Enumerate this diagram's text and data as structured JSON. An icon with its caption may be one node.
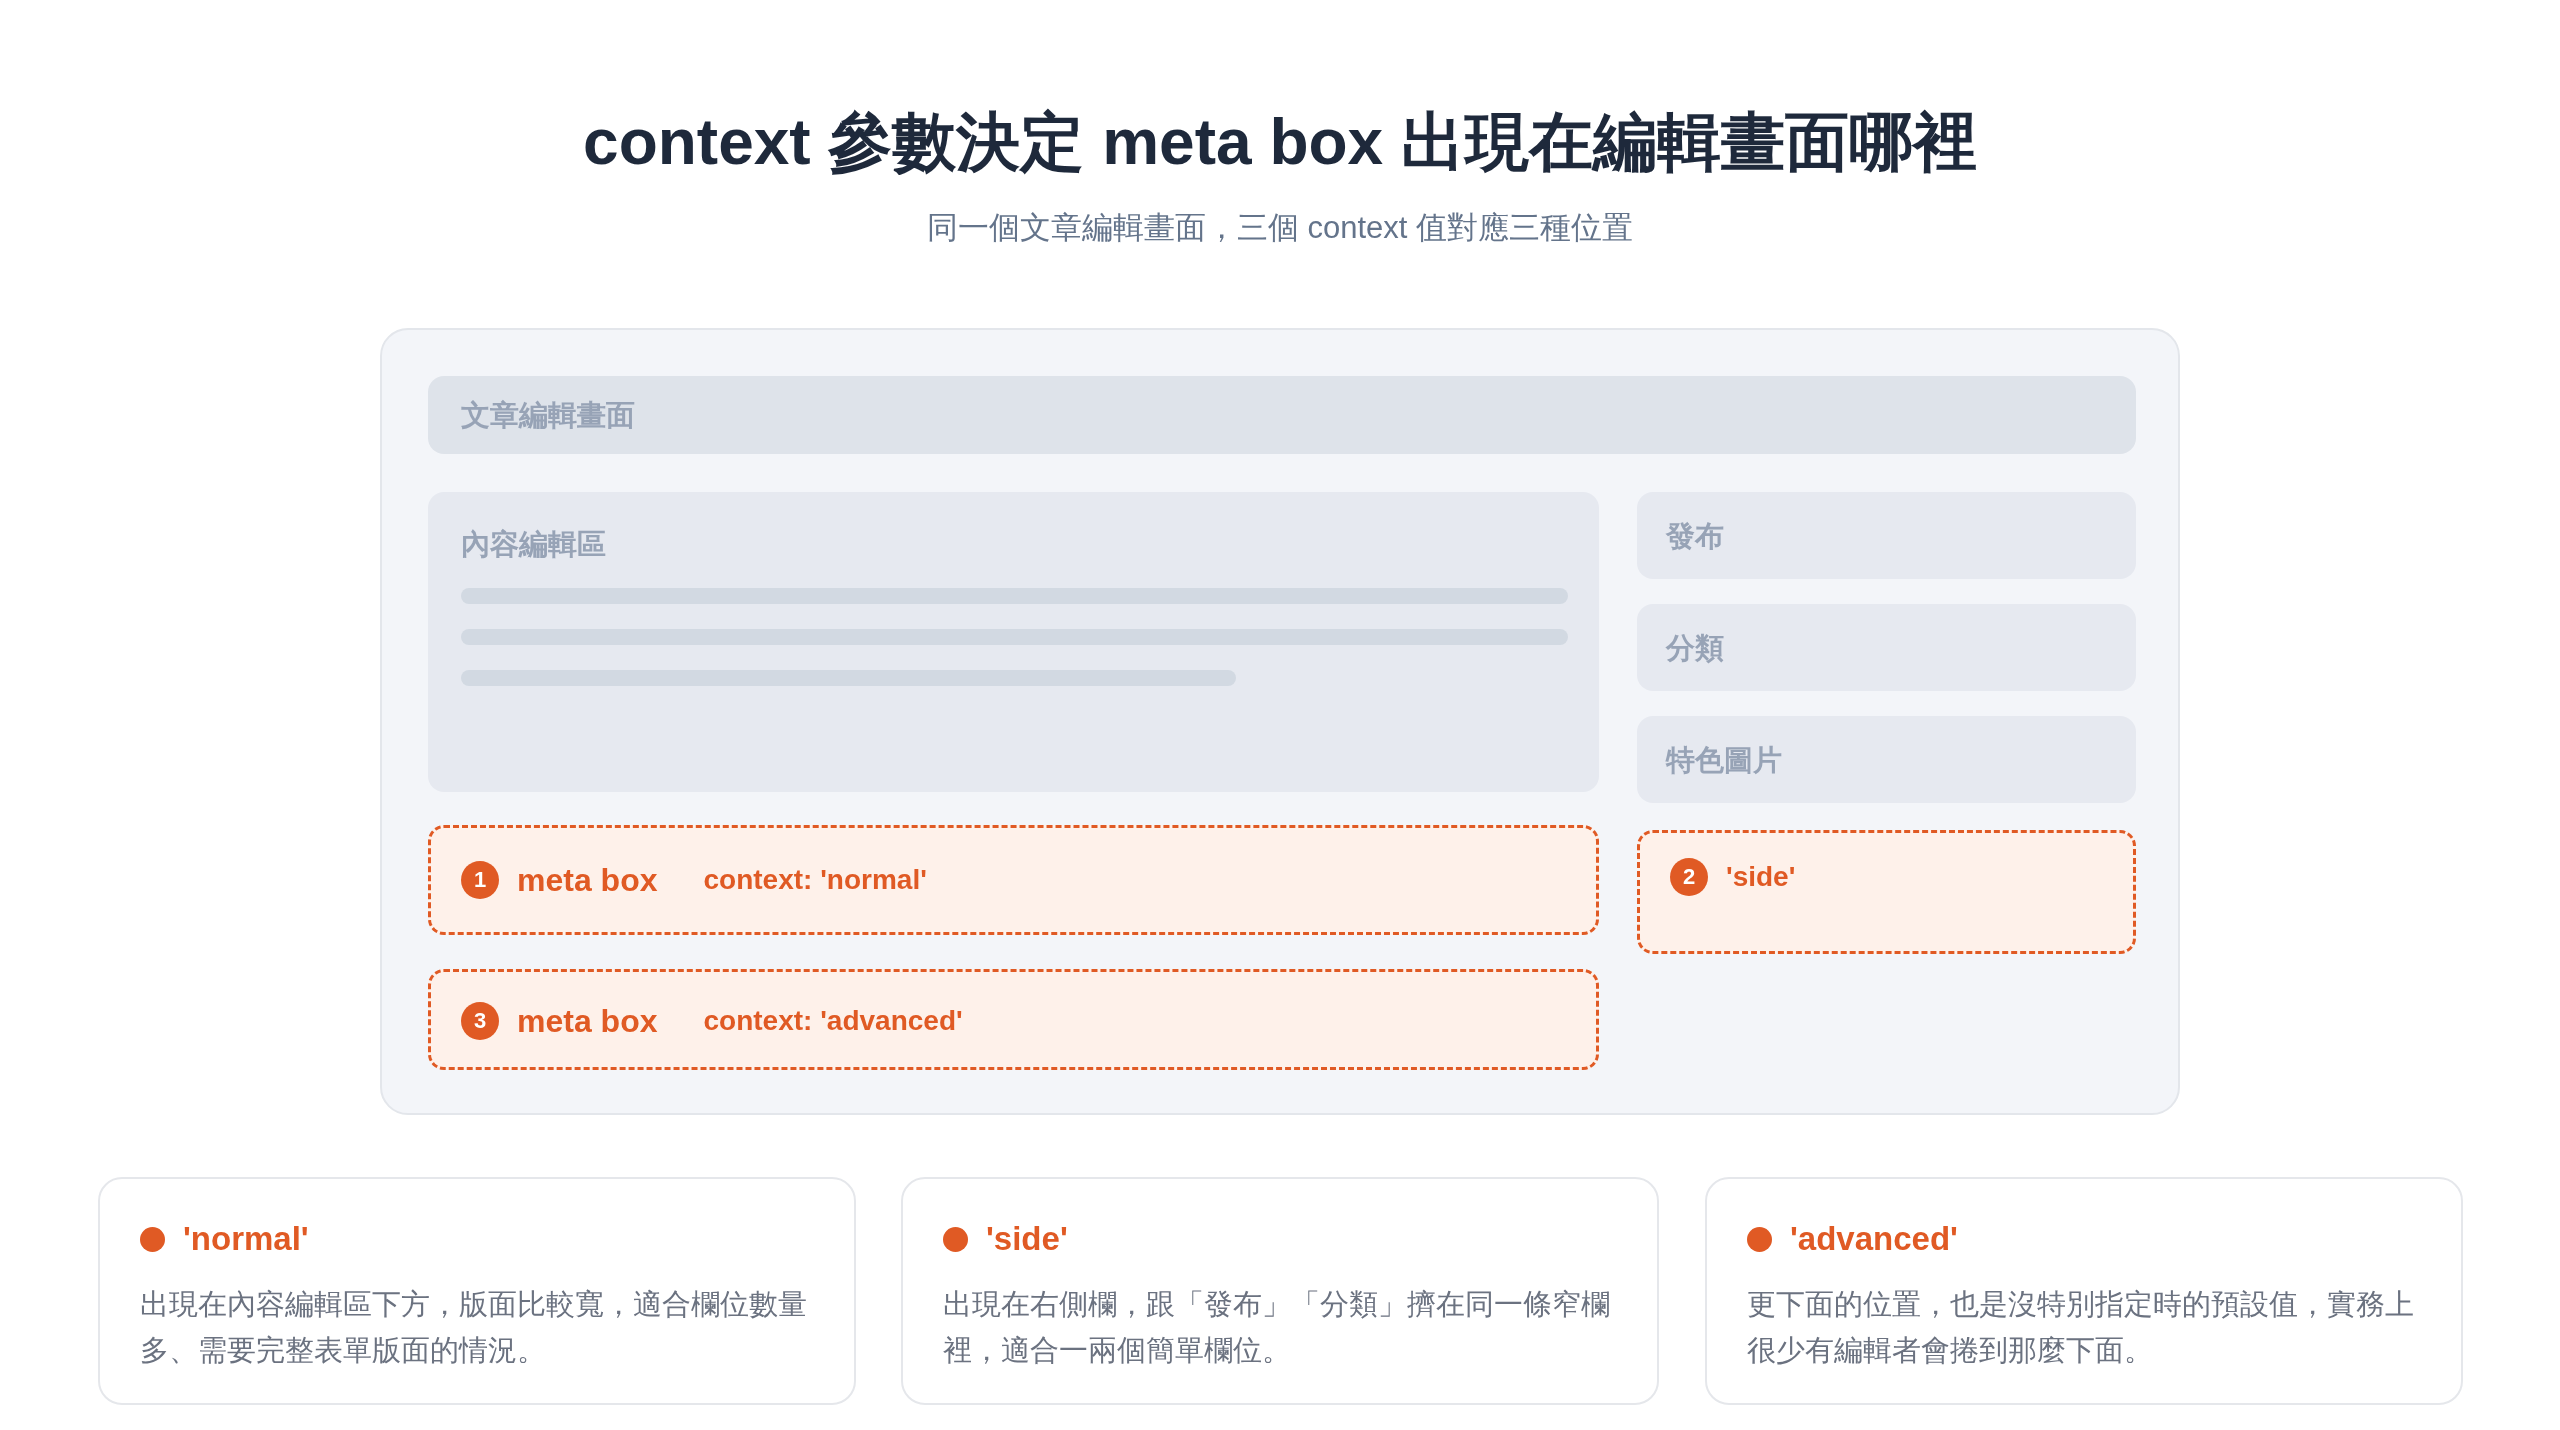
{
  "diagram": {
    "title": "context 參數決定 meta box 出現在編輯畫面哪裡",
    "nodes": [
      {
        "text": [],
        "shape": "box"
      },
      {
        "text": [
          "文章編輯畫面"
        ],
        "in": 0
      },
      {
        "text": [
          "內容編輯區"
        ],
        "in": 0
      },
      {
        "text": [
          "發布"
        ],
        "in": 0
      },
      {
        "text": [
          "分類"
        ],
        "in": 0
      },
      {
        "text": [
          "特色圖片"
        ],
        "in": 0
      },
      {
        "text": [
          "1",
          "meta box",
          "context: 'normal'"
        ],
        "in": 0
      },
      {
        "text": [
          "2",
          "'side'"
        ],
        "in": 0
      },
      {
        "text": [
          "3",
          "meta box",
          "context: 'advanced'"
        ],
        "in": 0
      },
      {
        "text": [
          "'normal'",
          "出現在內容編輯區下方，版面比較寬，適合欄位數量多、需要完整表單版面的情況。"
        ]
      },
      {
        "text": [
          "'side'",
          "出現在右側欄，跟「發布」「分類」擠在同一條窄欄裡，適合一兩個簡單欄位。"
        ]
      },
      {
        "text": [
          "'advanced'",
          "更下面的位置，也是沒特別指定時的預設值，實務上很少有編輯者會捲到那麼下面。"
        ]
      }
    ],
    "labels": [
      "同一個文章編輯畫面，三個 context 值對應三種位置"
    ]
  }
}
